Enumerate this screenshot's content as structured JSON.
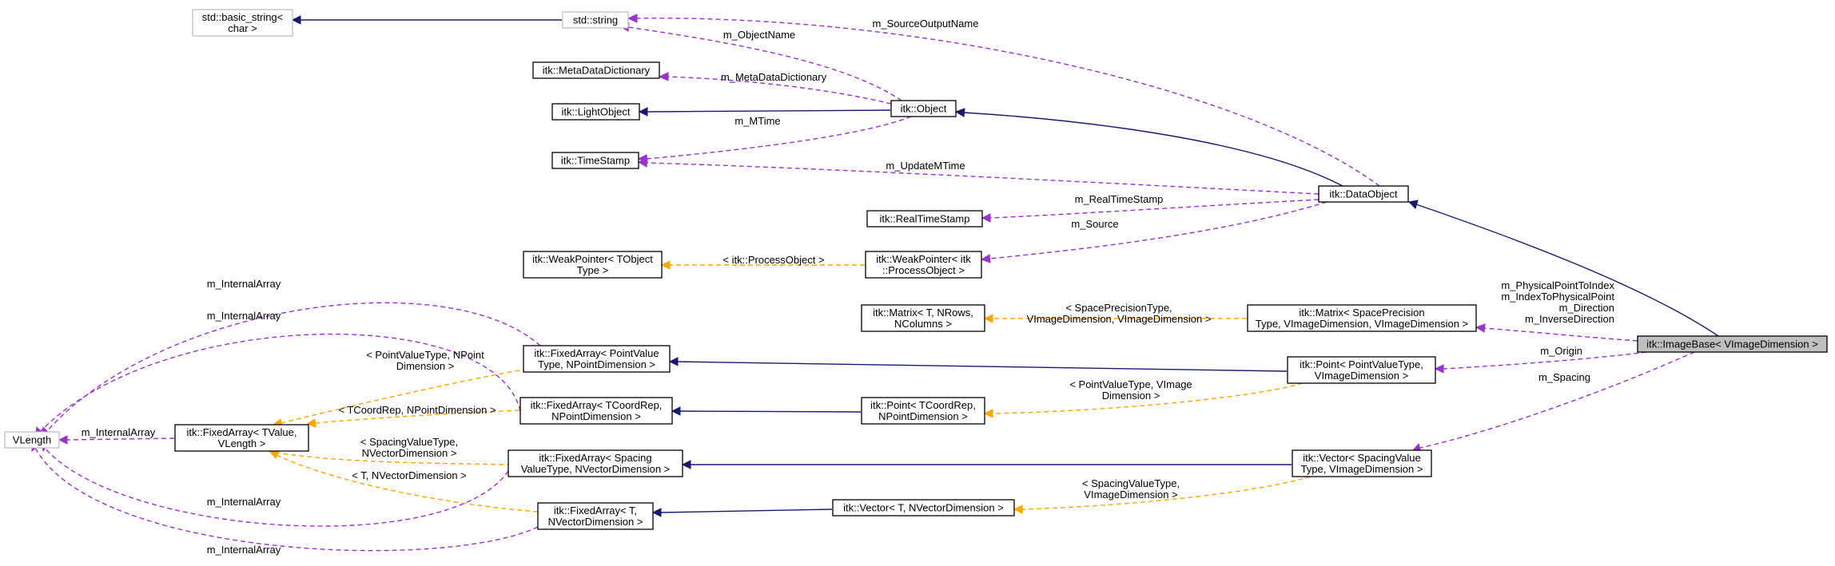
{
  "diagram": {
    "nodes": [
      {
        "id": "basic_string",
        "lines": [
          "std::basic_string<",
          "char >"
        ],
        "style": "external"
      },
      {
        "id": "string",
        "lines": [
          "std::string"
        ],
        "style": "external"
      },
      {
        "id": "metadict",
        "lines": [
          "itk::MetaDataDictionary"
        ],
        "style": "normal"
      },
      {
        "id": "lightobject",
        "lines": [
          "itk::LightObject"
        ],
        "style": "normal"
      },
      {
        "id": "object",
        "lines": [
          "itk::Object"
        ],
        "style": "normal"
      },
      {
        "id": "timestamp",
        "lines": [
          "itk::TimeStamp"
        ],
        "style": "normal"
      },
      {
        "id": "dataobject",
        "lines": [
          "itk::DataObject"
        ],
        "style": "normal"
      },
      {
        "id": "realtimestamp",
        "lines": [
          "itk::RealTimeStamp"
        ],
        "style": "normal"
      },
      {
        "id": "weakptr_t",
        "lines": [
          "itk::WeakPointer< TObject",
          "Type >"
        ],
        "style": "normal"
      },
      {
        "id": "weakptr_po",
        "lines": [
          "itk::WeakPointer< itk",
          "::ProcessObject >"
        ],
        "style": "normal"
      },
      {
        "id": "matrix_t",
        "lines": [
          "itk::Matrix< T, NRows,",
          "NColumns >"
        ],
        "style": "normal"
      },
      {
        "id": "matrix_sp",
        "lines": [
          "itk::Matrix< SpacePrecision",
          "Type, VImageDimension, VImageDimension >"
        ],
        "style": "normal"
      },
      {
        "id": "imagebase",
        "lines": [
          "itk::ImageBase< VImageDimension >"
        ],
        "style": "selected"
      },
      {
        "id": "fa_point",
        "lines": [
          "itk::FixedArray< PointValue",
          "Type, NPointDimension >"
        ],
        "style": "normal"
      },
      {
        "id": "point_pv",
        "lines": [
          "itk::Point< PointValueType,",
          "VImageDimension >"
        ],
        "style": "normal"
      },
      {
        "id": "vlength",
        "lines": [
          "VLength"
        ],
        "style": "external"
      },
      {
        "id": "fa_tvalue",
        "lines": [
          "itk::FixedArray< TValue,",
          "VLength >"
        ],
        "style": "normal"
      },
      {
        "id": "fa_tcoord",
        "lines": [
          "itk::FixedArray< TCoordRep,",
          "NPointDimension >"
        ],
        "style": "normal"
      },
      {
        "id": "point_tc",
        "lines": [
          "itk::Point< TCoordRep,",
          "NPointDimension >"
        ],
        "style": "normal"
      },
      {
        "id": "fa_spacing",
        "lines": [
          "itk::FixedArray< Spacing",
          "ValueType, NVectorDimension >"
        ],
        "style": "normal"
      },
      {
        "id": "vector_sv",
        "lines": [
          "itk::Vector< SpacingValue",
          "Type, VImageDimension >"
        ],
        "style": "normal"
      },
      {
        "id": "fa_t",
        "lines": [
          "itk::FixedArray< T,",
          "NVectorDimension >"
        ],
        "style": "normal"
      },
      {
        "id": "vector_t",
        "lines": [
          "itk::Vector< T, NVectorDimension >"
        ],
        "style": "normal"
      }
    ],
    "edges": [
      {
        "id": "e_basicstring_string",
        "kind": "inherit",
        "labels": []
      },
      {
        "id": "e_sourceoutputname",
        "kind": "usage",
        "labels": [
          "m_SourceOutputName"
        ]
      },
      {
        "id": "e_objectname",
        "kind": "usage",
        "labels": [
          "m_ObjectName"
        ]
      },
      {
        "id": "e_metadatadictionary",
        "kind": "usage",
        "labels": [
          "m_MetaDataDictionary"
        ]
      },
      {
        "id": "e_lightobject_object",
        "kind": "inherit",
        "labels": []
      },
      {
        "id": "e_mtime",
        "kind": "usage",
        "labels": [
          "m_MTime"
        ]
      },
      {
        "id": "e_object_dataobject",
        "kind": "inherit",
        "labels": []
      },
      {
        "id": "e_updatemtime",
        "kind": "usage",
        "labels": [
          "m_UpdateMTime"
        ]
      },
      {
        "id": "e_realtimestamp",
        "kind": "usage",
        "labels": [
          "m_RealTimeStamp"
        ]
      },
      {
        "id": "e_source",
        "kind": "usage",
        "labels": [
          "m_Source"
        ]
      },
      {
        "id": "e_dataobject_imagebase",
        "kind": "inherit",
        "labels": []
      },
      {
        "id": "e_weakptr_template",
        "kind": "template",
        "labels": [
          "< itk::ProcessObject >"
        ]
      },
      {
        "id": "e_matrix_template",
        "kind": "template",
        "labels": [
          "< SpacePrecisionType,",
          "VImageDimension, VImageDimension >"
        ]
      },
      {
        "id": "e_direction",
        "kind": "usage",
        "labels": [
          "m_PhysicalPointToIndex",
          "m_IndexToPhysicalPoint",
          "m_Direction",
          "m_InverseDirection"
        ]
      },
      {
        "id": "e_origin",
        "kind": "usage",
        "labels": [
          "m_Origin"
        ]
      },
      {
        "id": "e_spacing",
        "kind": "usage",
        "labels": [
          "m_Spacing"
        ]
      },
      {
        "id": "e_fapoint_pointpv",
        "kind": "inherit",
        "labels": []
      },
      {
        "id": "e_internal_fapoint",
        "kind": "usage",
        "labels": [
          "m_InternalArray"
        ]
      },
      {
        "id": "e_internal_fatcoord",
        "kind": "usage",
        "labels": [
          "m_InternalArray"
        ]
      },
      {
        "id": "e_internal_fatvalue",
        "kind": "usage",
        "labels": [
          "m_InternalArray"
        ]
      },
      {
        "id": "e_internal_faspacing",
        "kind": "usage",
        "labels": [
          "m_InternalArray"
        ]
      },
      {
        "id": "e_internal_fat",
        "kind": "usage",
        "labels": [
          "m_InternalArray"
        ]
      },
      {
        "id": "e_tpl_fapoint",
        "kind": "template",
        "labels": [
          "< PointValueType, NPoint",
          "Dimension >"
        ]
      },
      {
        "id": "e_tpl_fatcoord",
        "kind": "template",
        "labels": [
          "< TCoordRep, NPointDimension >"
        ]
      },
      {
        "id": "e_tpl_faspacing",
        "kind": "template",
        "labels": [
          "< SpacingValueType,",
          "NVectorDimension >"
        ]
      },
      {
        "id": "e_tpl_fat",
        "kind": "template",
        "labels": [
          "< T, NVectorDimension >"
        ]
      },
      {
        "id": "e_fatcoord_pointtc",
        "kind": "inherit",
        "labels": []
      },
      {
        "id": "e_tpl_pointpv",
        "kind": "template",
        "labels": [
          "< PointValueType, VImage",
          "Dimension >"
        ]
      },
      {
        "id": "e_faspacing_vectorsv",
        "kind": "inherit",
        "labels": []
      },
      {
        "id": "e_fat_vectort",
        "kind": "inherit",
        "labels": []
      },
      {
        "id": "e_tpl_vectorsv",
        "kind": "template",
        "labels": [
          "< SpacingValueType,",
          "VImageDimension >"
        ]
      }
    ]
  }
}
